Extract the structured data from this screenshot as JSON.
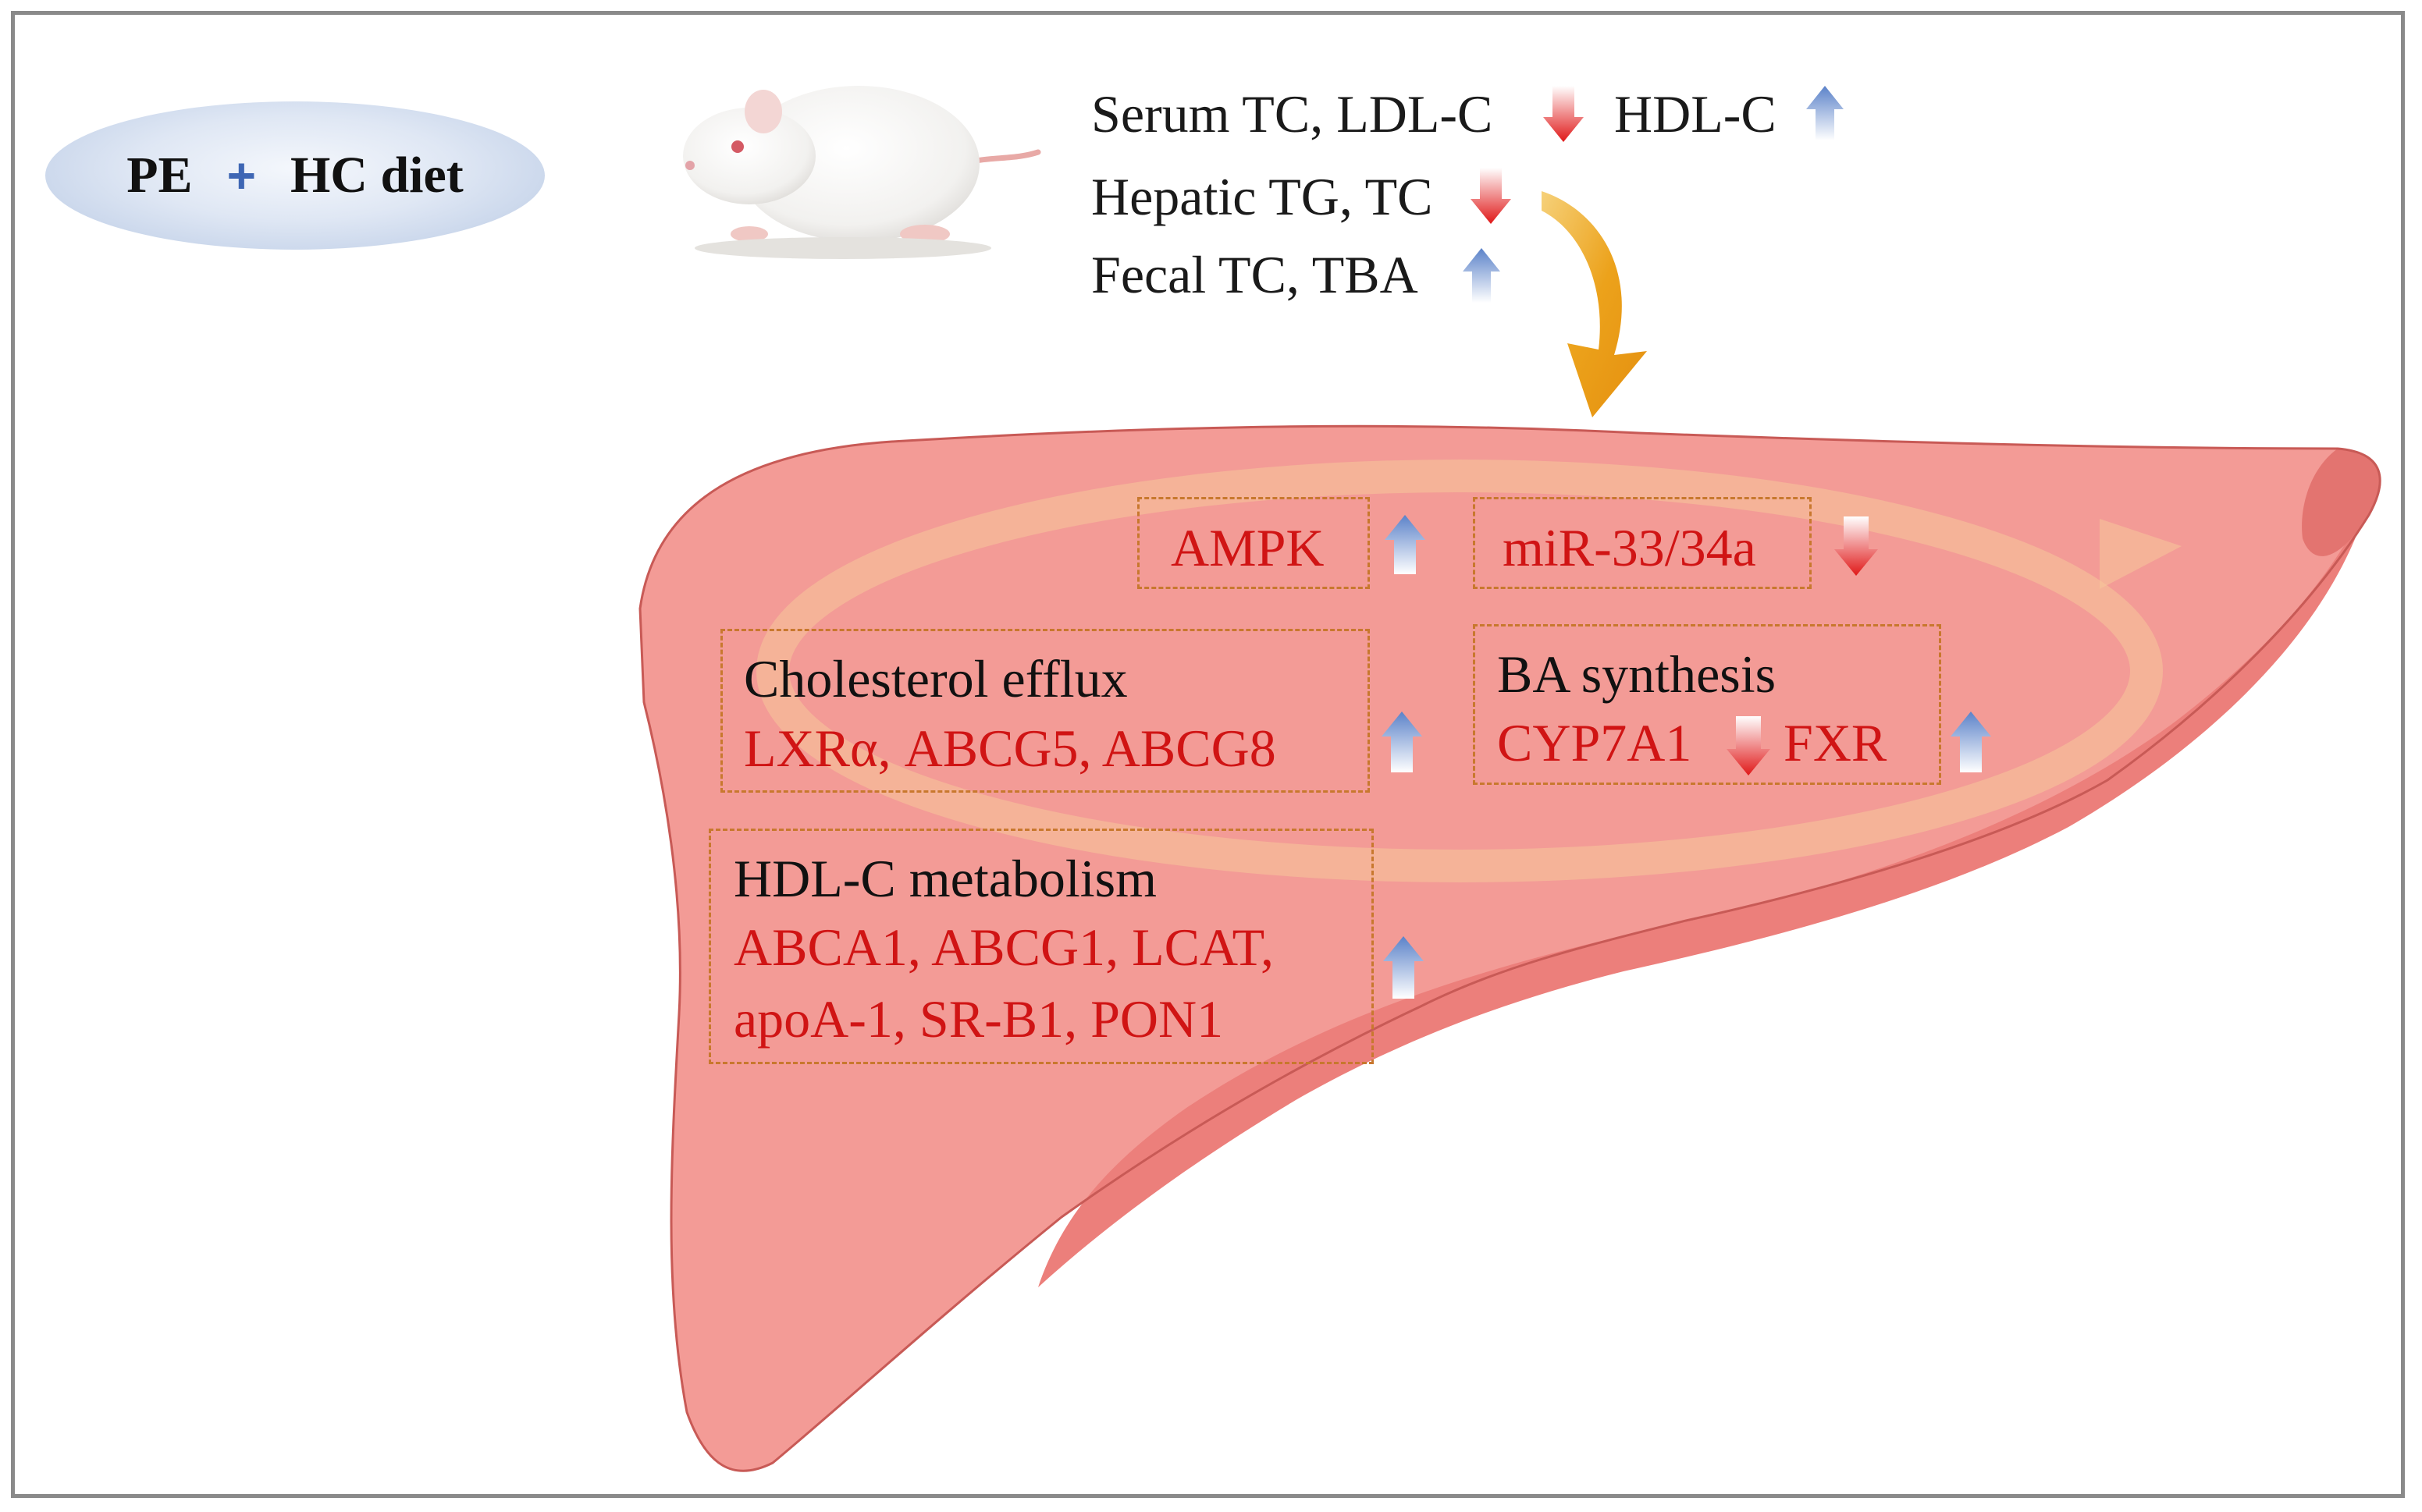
{
  "treatment": {
    "left": "PE",
    "plus": "+",
    "right": "HC diet"
  },
  "effects": {
    "serum_a": "Serum TC, LDL-C",
    "serum_b": "HDL-C",
    "hepatic": "Hepatic TG, TC",
    "fecal": "Fecal TC, TBA"
  },
  "boxes": {
    "ampk": "AMPK",
    "mirna": "miR-33/34a",
    "efflux": {
      "title": "Cholesterol efflux",
      "genes": "LXRα, ABCG5, ABCG8"
    },
    "ba": {
      "title": "BA synthesis",
      "gene_a": "CYP7A1",
      "gene_b": "FXR"
    },
    "hdl": {
      "title": "HDL-C metabolism",
      "genes_1": "ABCA1, ABCG1, LCAT,",
      "genes_2": "apoA-1, SR-B1, PON1"
    }
  },
  "colors": {
    "up_arrow": "#5b82c9",
    "down_arrow": "#e02020",
    "gene_text": "#d01414",
    "liver": "#f39b96",
    "curved_arrow": "#eca21b",
    "box_border": "#c8782e"
  },
  "icons": [
    "rat-illustration",
    "liver-illustration",
    "curved-arrow-icon",
    "arrow-up-icon",
    "arrow-down-icon"
  ]
}
